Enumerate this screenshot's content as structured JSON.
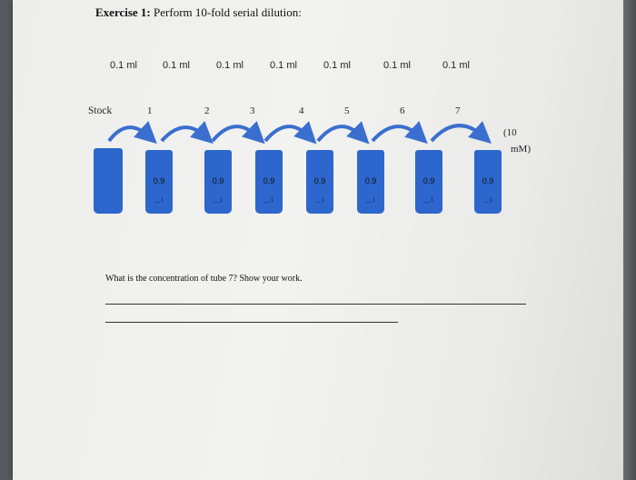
{
  "title": {
    "bold": "Exercise 1:",
    "rest": " Perform 10-fold serial dilution:"
  },
  "volumes": [
    "0.1 ml",
    "0.1 ml",
    "0.1 ml",
    "0.1 ml",
    "0.1 ml",
    "0.1 ml",
    "0.1 ml"
  ],
  "stock_label": "Stock",
  "stock_conc_line1": "(10",
  "stock_conc_line2": "mM)",
  "tubes": [
    {
      "num": "1",
      "vol": "0.9",
      "sub": "__1"
    },
    {
      "num": "2",
      "vol": "0.9",
      "sub": "__1"
    },
    {
      "num": "3",
      "vol": "0.9",
      "sub": "__1"
    },
    {
      "num": "4",
      "vol": "0.9",
      "sub": "__1"
    },
    {
      "num": "5",
      "vol": "0.9",
      "sub": "__1"
    },
    {
      "num": "6",
      "vol": "0.9",
      "sub": "__1"
    },
    {
      "num": "7",
      "vol": "0.9",
      "sub": "__1"
    }
  ],
  "question": "What is the concentration of tube 7? Show your work.",
  "colors": {
    "tube": "#2d66cc",
    "arrow": "#3b6fcf"
  }
}
